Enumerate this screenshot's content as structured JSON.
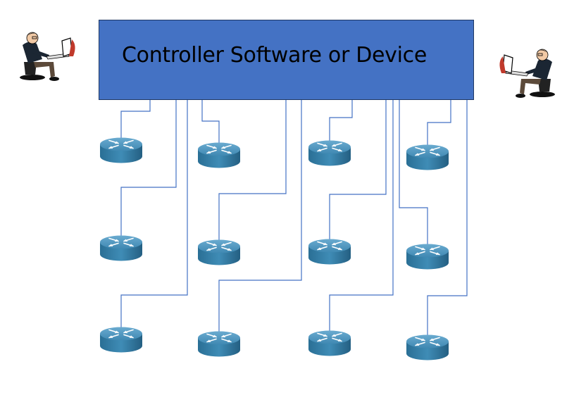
{
  "controller": {
    "label": "Controller Software or Device"
  },
  "colors": {
    "controller_fill": "#4472c4",
    "link_line": "#4472c4",
    "router_top": "#4d93b8",
    "router_side": "#2a6f95"
  },
  "icons": [
    "admin-left-icon",
    "admin-right-icon",
    "router-icon"
  ],
  "routers": [
    {
      "id": "r1"
    },
    {
      "id": "r2"
    },
    {
      "id": "r3"
    },
    {
      "id": "r4"
    },
    {
      "id": "r5"
    },
    {
      "id": "r6"
    },
    {
      "id": "r7"
    },
    {
      "id": "r8"
    },
    {
      "id": "r9"
    },
    {
      "id": "r10"
    },
    {
      "id": "r11"
    },
    {
      "id": "r12"
    }
  ]
}
